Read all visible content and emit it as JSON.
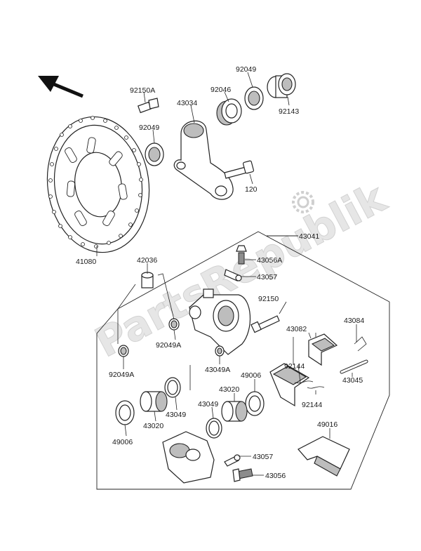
{
  "watermark": "PartsRepublik",
  "labels": {
    "p92150A": "92150A",
    "p43034": "43034",
    "p92046": "92046",
    "p92049_top": "92049",
    "p92143": "92143",
    "p92049_mid": "92049",
    "p120": "120",
    "p41080": "41080",
    "p42036": "42036",
    "p43041": "43041",
    "p43056A": "43056A",
    "p43057_top": "43057",
    "p92150": "92150",
    "p43082": "43082",
    "p43084": "43084",
    "p92049A_mid": "92049A",
    "p92049A_left": "92049A",
    "p43049A": "43049A",
    "p49006_right": "49006",
    "p92144_a": "92144",
    "p92144_b": "92144",
    "p43045": "43045",
    "p43020_right": "43020",
    "p43049_left": "43049",
    "p43049_mid": "43049",
    "p49006_left": "49006",
    "p43020_left": "43020",
    "p49016": "49016",
    "p43057_bottom": "43057",
    "p43056": "43056"
  },
  "icons": [
    "front-direction-arrow-icon",
    "gear-icon"
  ]
}
